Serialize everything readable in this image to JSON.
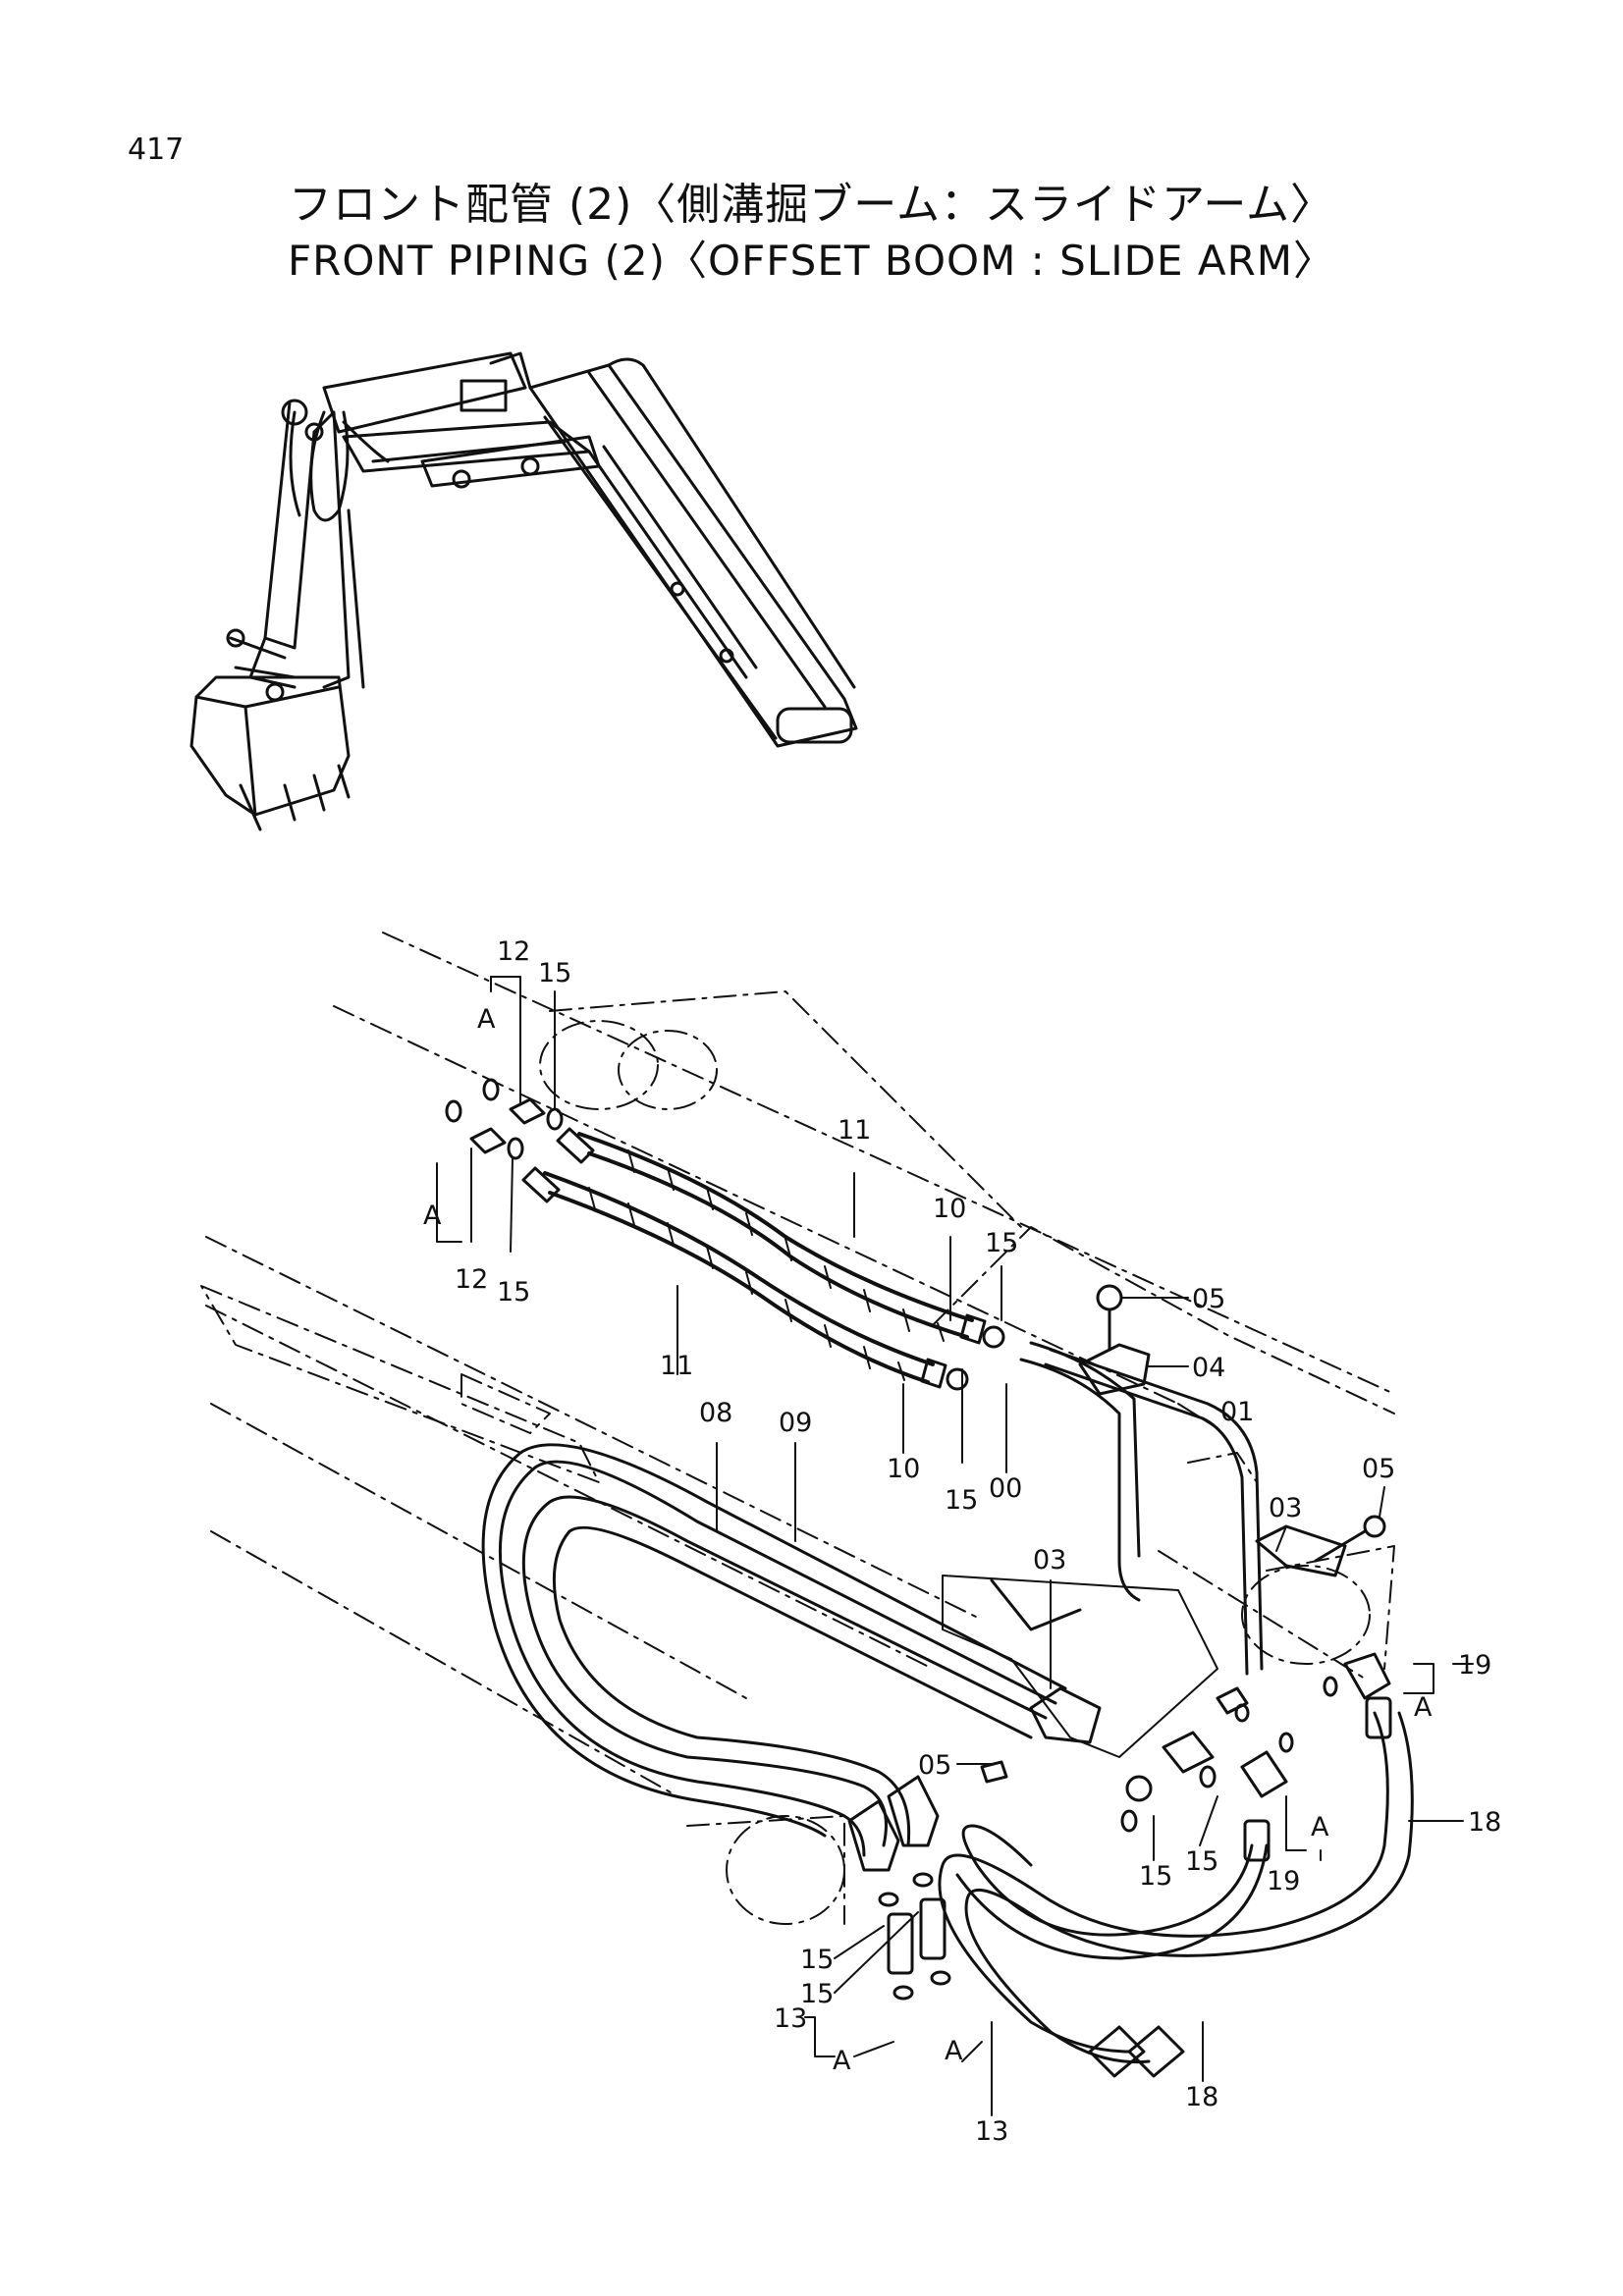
{
  "page_number": "417",
  "title_jp": "フロント配管 (2)〈側溝掘ブーム：スライドアーム〉",
  "title_en": "FRONT  PIPING  (2)〈OFFSET  BOOM : SLIDE ARM〉",
  "callouts": [
    {
      "id": "c12a",
      "text": "12"
    },
    {
      "id": "c15a",
      "text": "15"
    },
    {
      "id": "cA1",
      "text": "A"
    },
    {
      "id": "cA2",
      "text": "A"
    },
    {
      "id": "c12b",
      "text": "12"
    },
    {
      "id": "c15b",
      "text": "15"
    },
    {
      "id": "c11a",
      "text": "11"
    },
    {
      "id": "c11b",
      "text": "11"
    },
    {
      "id": "c10a",
      "text": "10"
    },
    {
      "id": "c15c",
      "text": "15"
    },
    {
      "id": "c10b",
      "text": "10"
    },
    {
      "id": "c15d",
      "text": "15"
    },
    {
      "id": "c00",
      "text": "00"
    },
    {
      "id": "c05a",
      "text": "05"
    },
    {
      "id": "c04",
      "text": "04"
    },
    {
      "id": "c01",
      "text": "01"
    },
    {
      "id": "c05b",
      "text": "05"
    },
    {
      "id": "c03a",
      "text": "03"
    },
    {
      "id": "c08",
      "text": "08"
    },
    {
      "id": "c09",
      "text": "09"
    },
    {
      "id": "c03b",
      "text": "03"
    },
    {
      "id": "c19a",
      "text": "19"
    },
    {
      "id": "cA3",
      "text": "A"
    },
    {
      "id": "c05c",
      "text": "05"
    },
    {
      "id": "c15e",
      "text": "15"
    },
    {
      "id": "c15f",
      "text": "15"
    },
    {
      "id": "cA4",
      "text": "A"
    },
    {
      "id": "c19b",
      "text": "19"
    },
    {
      "id": "c18a",
      "text": "18"
    },
    {
      "id": "c15g",
      "text": "15"
    },
    {
      "id": "c15h",
      "text": "15"
    },
    {
      "id": "c13a",
      "text": "13"
    },
    {
      "id": "cA5",
      "text": "A"
    },
    {
      "id": "cA6",
      "text": "A"
    },
    {
      "id": "c13b",
      "text": "13"
    },
    {
      "id": "c18b",
      "text": "18"
    }
  ]
}
